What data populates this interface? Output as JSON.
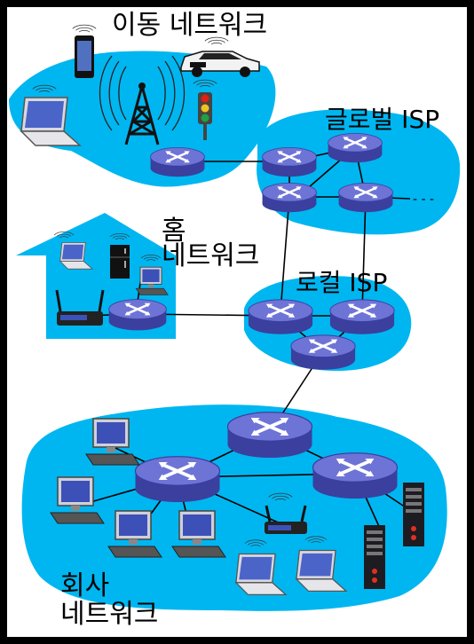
{
  "labels": {
    "mobile_network": "이동 네트워크",
    "global_isp": "글로벌 ISP",
    "home_network_line1": "홈",
    "home_network_line2": "네트워크",
    "local_isp": "로컬 ISP",
    "enterprise_network_line1": "회사",
    "enterprise_network_line2": "네트워크",
    "continuation": "- - -"
  },
  "colors": {
    "frame": "#000000",
    "background": "#ffffff",
    "network_region": "#00b6f0",
    "router_fill": "#5c62c4",
    "router_x": "#ffffff",
    "link": "#000000"
  },
  "icons": [
    "smartphone-icon",
    "car-icon",
    "cell-tower-icon",
    "traffic-light-icon",
    "laptop-icon",
    "desktop-icon",
    "wireless-router-icon",
    "refrigerator-icon",
    "server-icon",
    "router-icon"
  ]
}
